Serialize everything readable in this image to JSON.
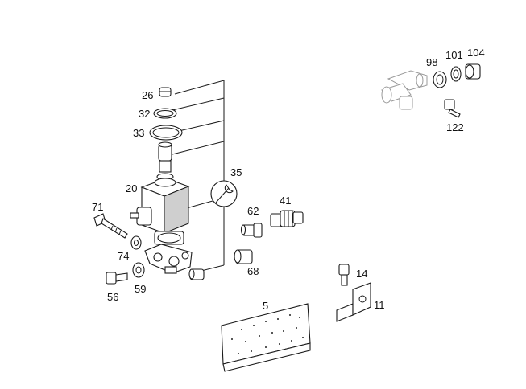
{
  "callouts": {
    "c26": "26",
    "c32": "32",
    "c33": "33",
    "c35": "35",
    "c20": "20",
    "c71": "71",
    "c74": "74",
    "c56": "56",
    "c59": "59",
    "c62": "62",
    "c41": "41",
    "c68": "68",
    "c98": "98",
    "c101": "101",
    "c104": "104",
    "c122": "122",
    "c14": "14",
    "c11": "11",
    "c5": "5"
  },
  "icons": {
    "wrench": "wrench-icon"
  },
  "colors": {
    "line": "#1a1a1a",
    "ghost_outline": "#9a9a9a",
    "background": "#ffffff"
  }
}
